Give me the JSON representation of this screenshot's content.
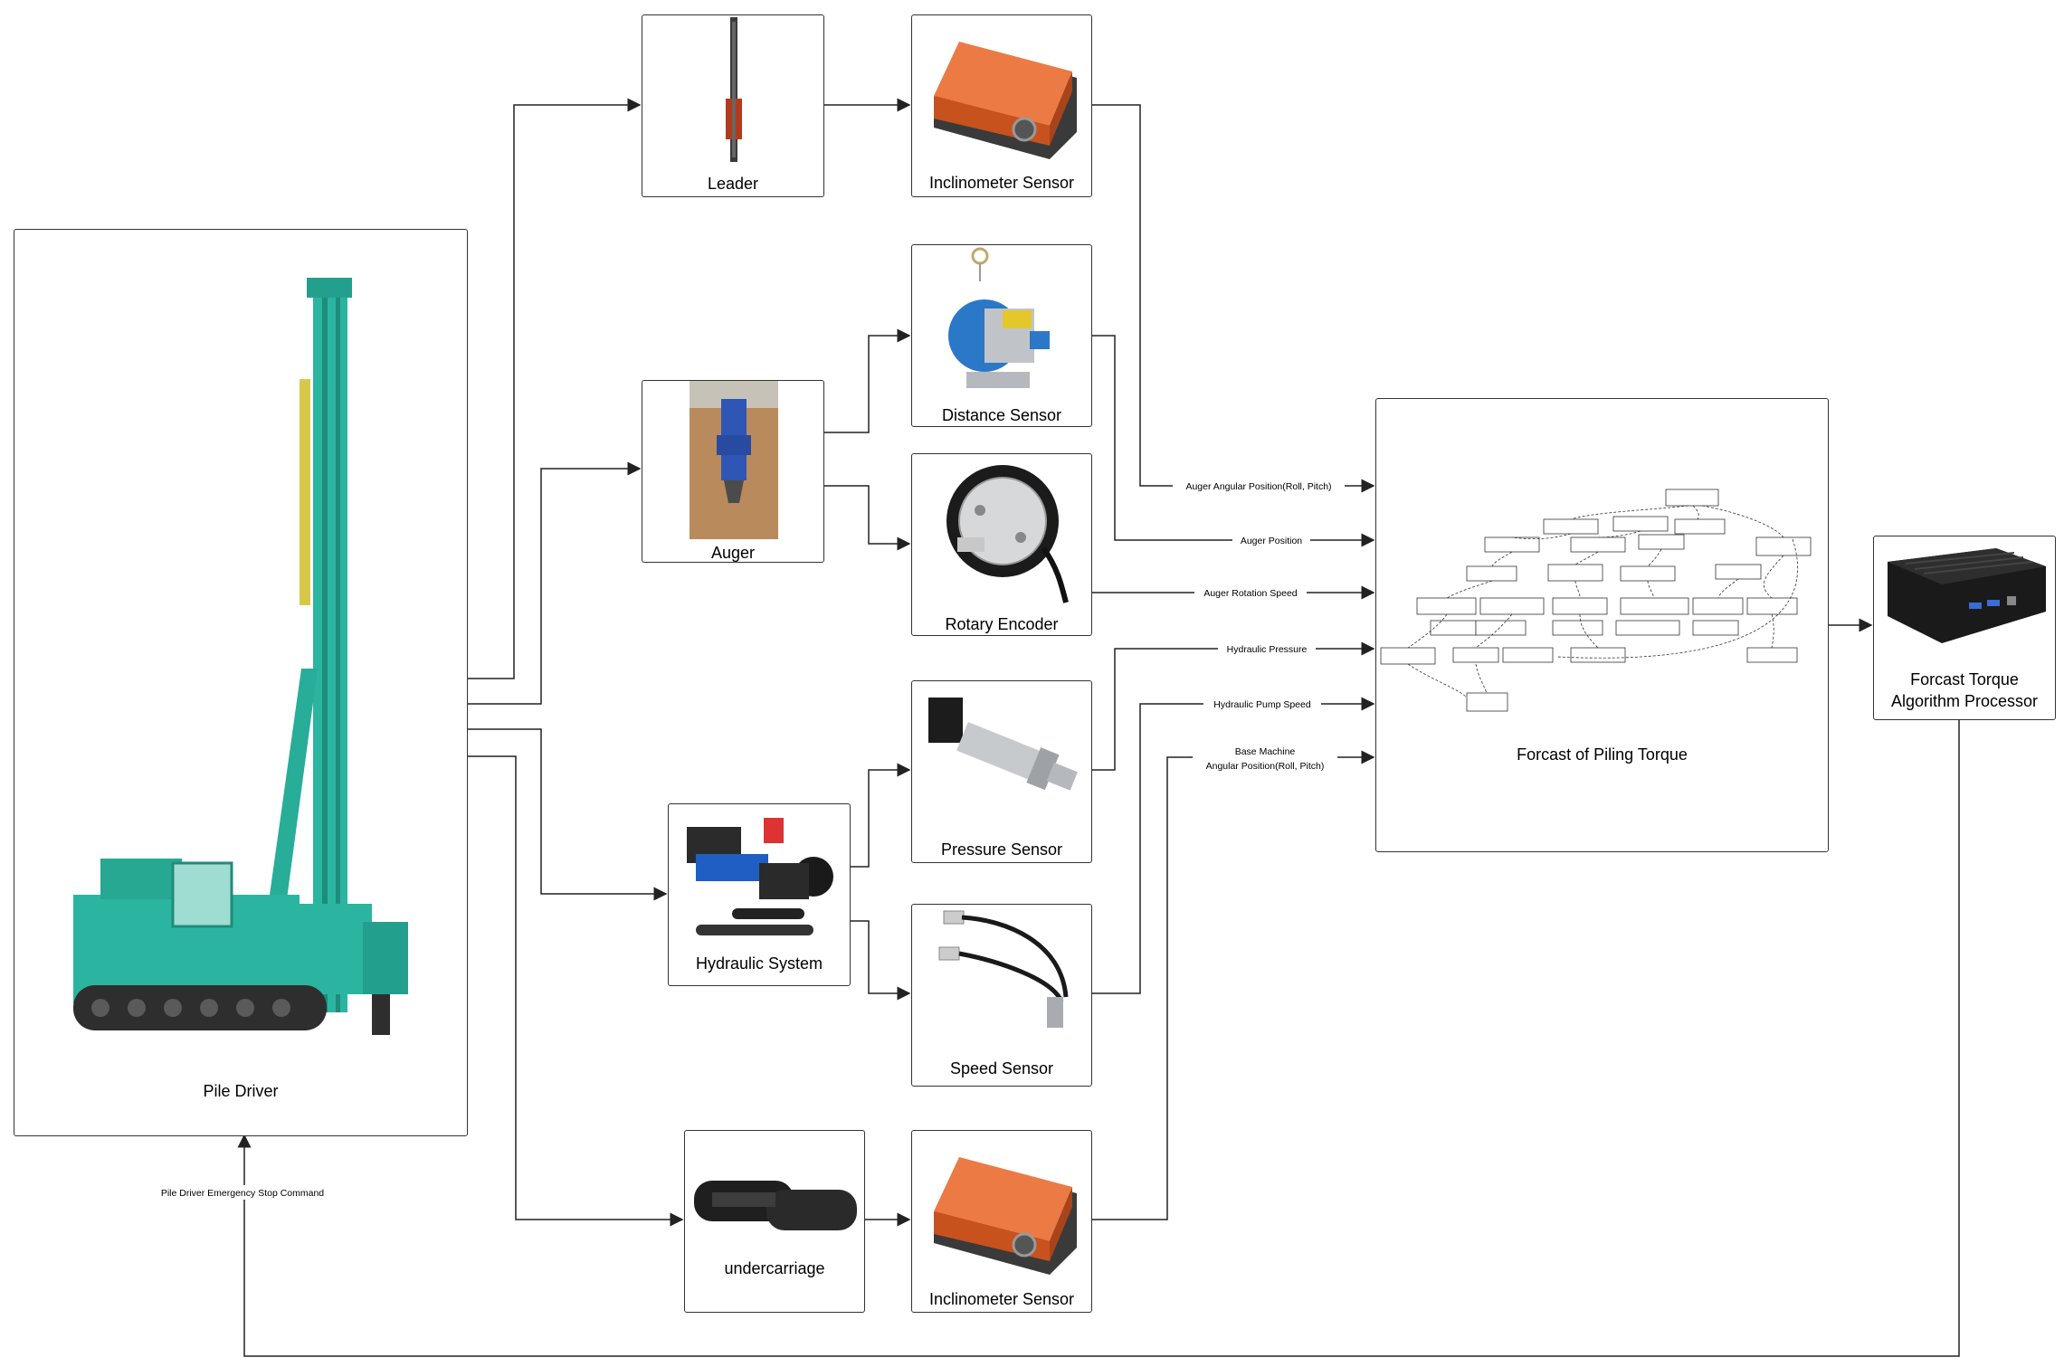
{
  "nodes": {
    "pile_driver": "Pile Driver",
    "leader": "Leader",
    "inclinometer_top": "Inclinometer Sensor",
    "auger": "Auger",
    "distance_sensor": "Distance Sensor",
    "rotary_encoder": "Rotary Encoder",
    "hydraulic_system": "Hydraulic System",
    "pressure_sensor": "Pressure Sensor",
    "speed_sensor": "Speed Sensor",
    "undercarriage": "undercarriage",
    "inclinometer_bottom": "Inclinometer Sensor",
    "forecast": "Forcast of Piling Torque",
    "processor_line1": "Forcast Torque",
    "processor_line2": "Algorithm Processor"
  },
  "edges": {
    "auger_angular": "Auger Angular Position(Roll, Pitch)",
    "auger_position": "Auger Position",
    "auger_rotation": "Auger Rotation Speed",
    "hydraulic_pressure": "Hydraulic Pressure",
    "hydraulic_pump_speed": "Hydraulic Pump Speed",
    "base_machine_line1": "Base Machine",
    "base_machine_line2": "Angular Position(Roll, Pitch)",
    "emergency_stop": "Pile Driver Emergency Stop Command"
  },
  "colors": {
    "machine": "#2bb5a0",
    "sensor_orange": "#e0622e",
    "line": "#222222"
  }
}
